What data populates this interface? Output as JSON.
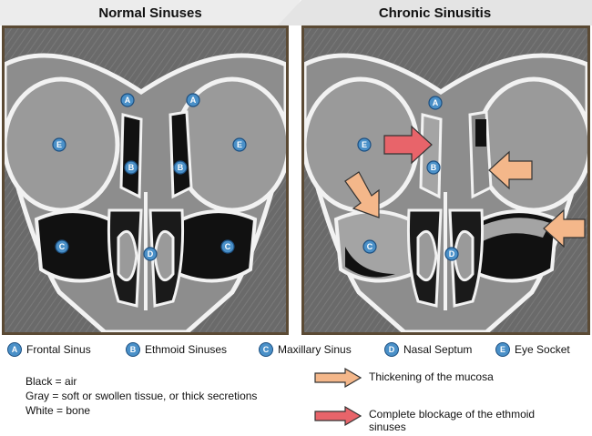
{
  "titles": {
    "left": "Normal Sinuses",
    "right": "Chronic Sinusitis"
  },
  "badges": {
    "A": "A",
    "B": "B",
    "C": "C",
    "D": "D",
    "E": "E"
  },
  "legend": [
    {
      "badge": "A",
      "label": "Frontal Sinus"
    },
    {
      "badge": "B",
      "label": "Ethmoid Sinuses"
    },
    {
      "badge": "C",
      "label": "Maxillary Sinus"
    },
    {
      "badge": "D",
      "label": "Nasal Septum"
    },
    {
      "badge": "E",
      "label": "Eye Socket"
    }
  ],
  "key": {
    "black": "Black = air",
    "gray": "Gray = soft or swollen tissue, or thick secretions",
    "white": "White = bone"
  },
  "arrow_key": {
    "mucosa": "Thickening of the mucosa",
    "blockage_line1": "Complete blockage of the ethmoid",
    "blockage_line2": "sinuses"
  },
  "colors": {
    "frame": "#5b4a34",
    "badge": "#4a90c8",
    "mucosa_arrow": "#f4b78a",
    "blockage_arrow": "#e8646a"
  }
}
